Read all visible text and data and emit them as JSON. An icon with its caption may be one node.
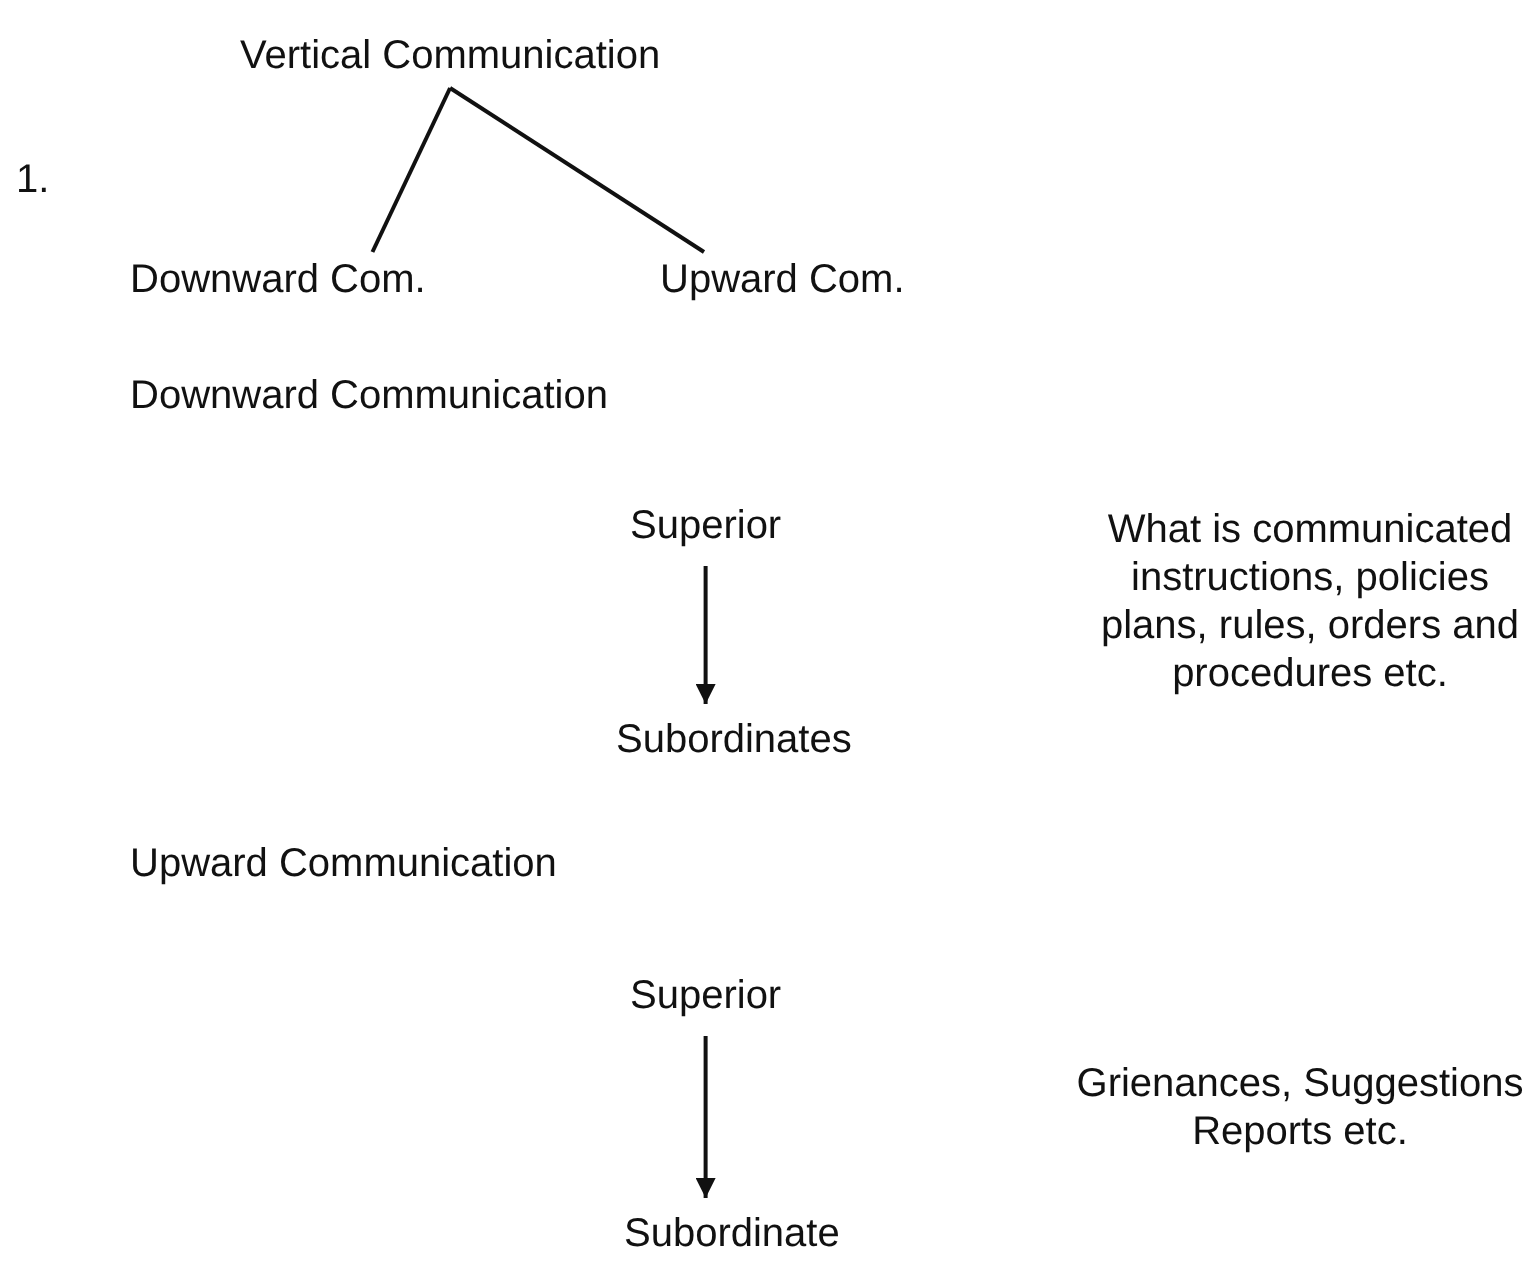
{
  "diagram": {
    "nodes": [
      {
        "text": [
          "Vertical Communication"
        ]
      },
      {
        "text": [
          "Downward Com."
        ]
      },
      {
        "text": [
          "Upward Com."
        ]
      },
      {
        "text": [
          "Superior"
        ]
      },
      {
        "text": [
          "Subordinates"
        ]
      },
      {
        "text": [
          "Superior"
        ]
      },
      {
        "text": [
          "Subordinate"
        ]
      }
    ],
    "edges": [
      {
        "from": 0,
        "to": 1,
        "arrow": "none"
      },
      {
        "from": 0,
        "to": 2,
        "arrow": "none"
      },
      {
        "from": 3,
        "to": 4,
        "arrow": "to"
      },
      {
        "from": 5,
        "to": 6,
        "arrow": "to"
      }
    ],
    "labels": [
      "1.",
      "Downward Communication",
      "What is communicated instructions, policies plans, rules, orders and procedures etc.",
      "Upward Communication",
      "Grienances, Suggestions Reports etc."
    ]
  }
}
